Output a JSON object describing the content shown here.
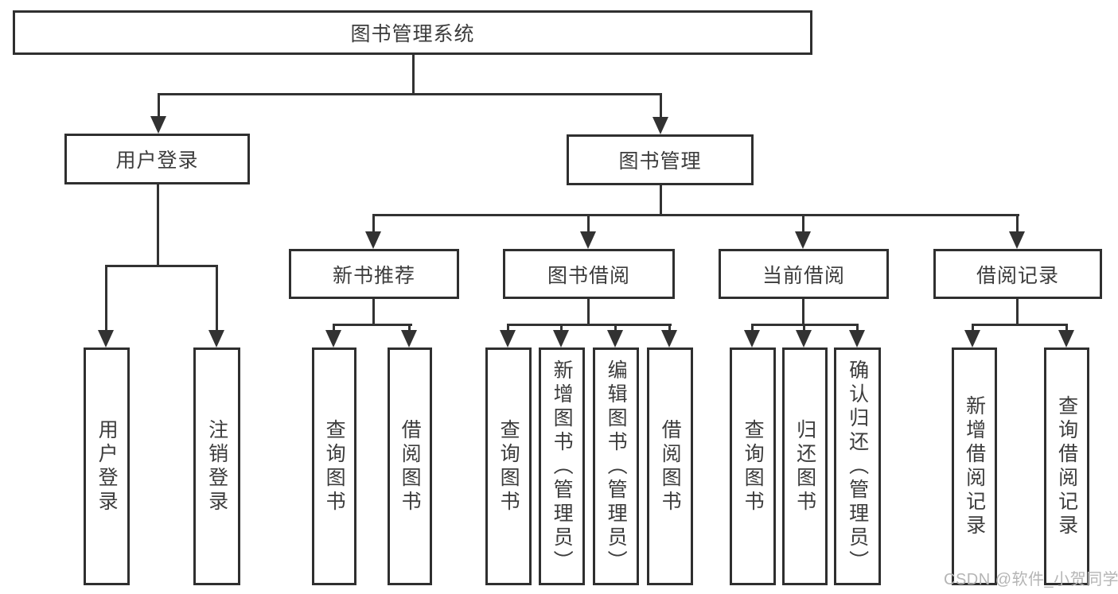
{
  "diagram": {
    "root": "图书管理系统",
    "level2": [
      "用户登录",
      "图书管理"
    ],
    "level3": [
      "新书推荐",
      "图书借阅",
      "当前借阅",
      "借阅记录"
    ],
    "leaves": [
      "用户登录",
      "注销登录",
      "查询图书",
      "借阅图书",
      "查询图书",
      "新增图书（管理员）",
      "编辑图书（管理员）",
      "借阅图书",
      "查询图书",
      "归还图书",
      "确认归还（管理员）",
      "新增借阅记录",
      "查询借阅记录"
    ]
  },
  "watermark": "CSDN @软件_小贺同学",
  "colors": {
    "line": "#323232",
    "text": "#3c3c3c",
    "watermark": "#b5b5b5",
    "background": "#ffffff"
  }
}
